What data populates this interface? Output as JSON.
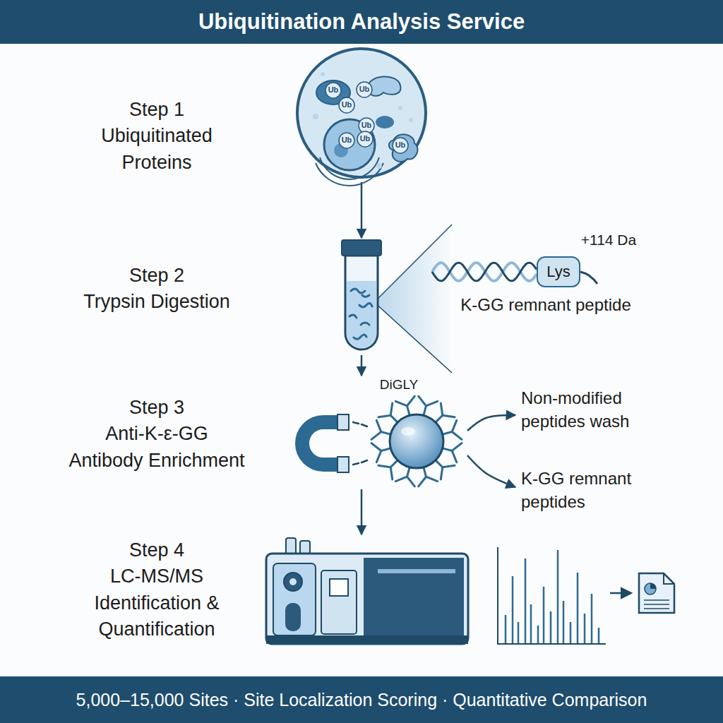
{
  "diagram": {
    "title": "Ubiquitination Analysis Service",
    "caption": "5,000–15,000 Sites · Site Localization Scoring · Quantitative Comparison",
    "nodes": [
      {
        "text": [
          "Step 1 Ubiquitinated Proteins"
        ]
      },
      {
        "text": [
          "Step 2 Trypsin Digestion"
        ]
      },
      {
        "text": [
          "Lys"
        ]
      },
      {
        "text": [
          "Step 3 Anti-K-ε-GG Antibody Enrichment",
          "DiGLY"
        ]
      },
      {
        "text": [
          "Non-modified peptides wash"
        ]
      },
      {
        "text": [
          "K-GG remnant peptides"
        ]
      },
      {
        "text": [
          "Step 4 LC-MS/MS Identification & Quantification"
        ]
      }
    ],
    "edges": [
      {
        "from": 0,
        "to": 1,
        "arrow": "to"
      },
      {
        "from": 1,
        "to": 3,
        "arrow": "to"
      },
      {
        "from": 3,
        "to": 4,
        "arrow": "to"
      },
      {
        "from": 3,
        "to": 5,
        "arrow": "to"
      },
      {
        "from": 3,
        "to": 6,
        "arrow": "to"
      }
    ],
    "labels": [
      "Ub",
      "Ub",
      "Ub",
      "Ub",
      "Ub",
      "Ub",
      "Ub",
      "+114 Da",
      "K-GG remnant peptide"
    ]
  }
}
